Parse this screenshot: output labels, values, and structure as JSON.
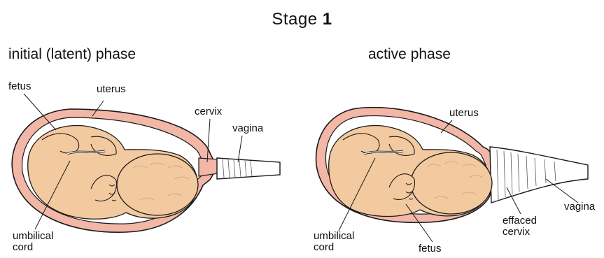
{
  "title": {
    "prefix": "Stage",
    "number": "1"
  },
  "panels": [
    {
      "phase": "initial (latent) phase",
      "labels": {
        "fetus": "fetus",
        "uterus": "uterus",
        "cervix": "cervix",
        "vagina": "vagina",
        "umbilical_cord": [
          "umbilical",
          "cord"
        ]
      }
    },
    {
      "phase": "active phase",
      "labels": {
        "uterus": "uterus",
        "vagina": "vagina",
        "umbilical_cord": [
          "umbilical",
          "cord"
        ],
        "fetus": "fetus",
        "effaced_cervix": [
          "effaced",
          "cervix"
        ]
      }
    }
  ],
  "colors": {
    "skin": "#f3c9a0",
    "tissue": "#f2b7a6",
    "outline": "#1a1a1a",
    "cervix_fill": "#ffffff"
  }
}
